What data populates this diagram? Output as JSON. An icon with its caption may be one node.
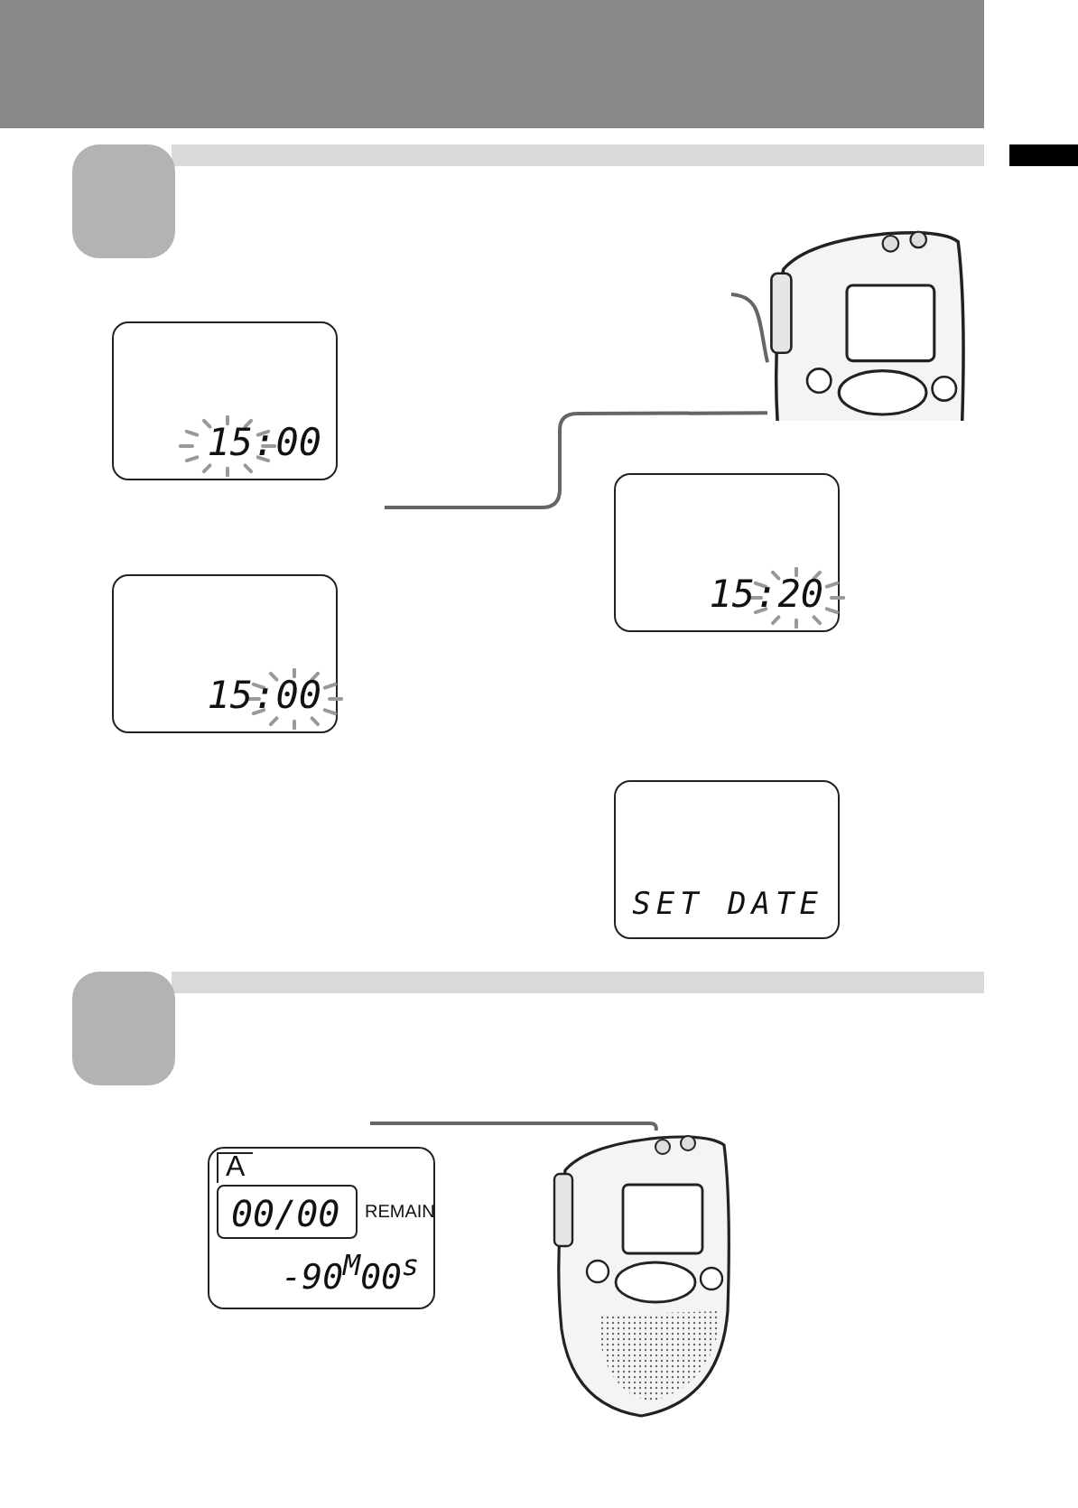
{
  "diagram": {
    "nodes": [
      {
        "text": [
          "15:00"
        ]
      },
      {
        "text": [
          "15:00"
        ]
      },
      {
        "text": [
          "15:20"
        ]
      },
      {
        "text": [
          "SET DATE"
        ]
      },
      {
        "text": [
          "A",
          "00/00",
          "REMAIN",
          "-90$^{M}$00$^{s}$"
        ]
      },
      {
        "text": [],
        "shape": "picture"
      },
      {
        "text": [],
        "shape": "picture"
      }
    ],
    "edges": [
      {
        "from": null,
        "to": 5,
        "arrow": "none"
      },
      {
        "from": null,
        "to": 5,
        "arrow": "none"
      },
      {
        "from": null,
        "to": 6,
        "arrow": "none"
      }
    ]
  }
}
